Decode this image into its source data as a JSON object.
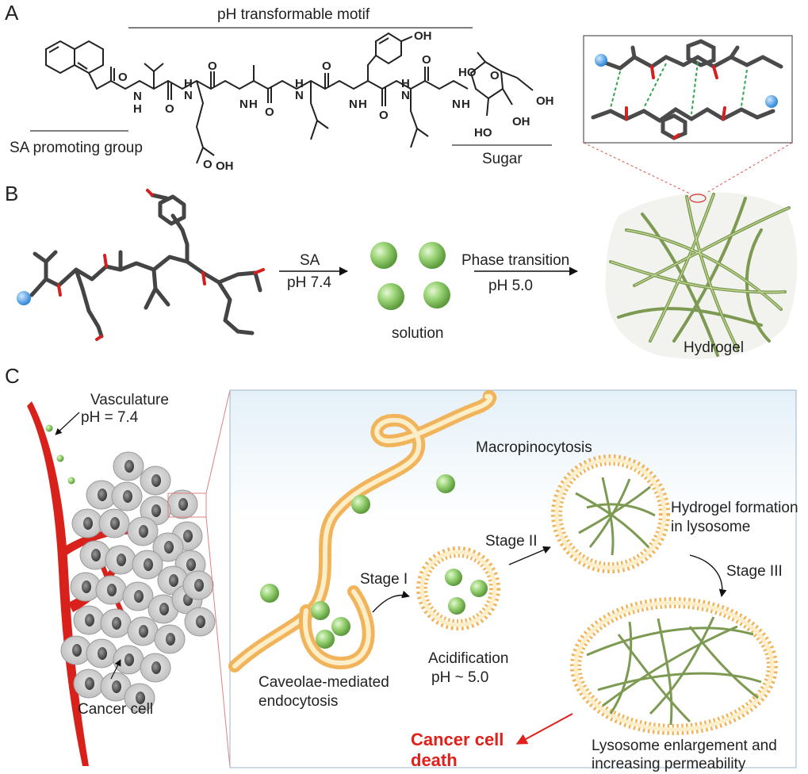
{
  "panels": {
    "a": "A",
    "b": "B",
    "c": "C"
  },
  "panel_a": {
    "motif_label": "pH transformable motif",
    "sa_group_label": "SA promoting group",
    "sugar_label": "Sugar",
    "atoms": {
      "o": "O",
      "nh": "N",
      "h": "H",
      "oh": "OH",
      "ho": "HO"
    }
  },
  "panel_b": {
    "arrow1_top": "SA",
    "arrow1_bottom": "pH 7.4",
    "solution_label": "solution",
    "arrow2_top": "Phase transition",
    "arrow2_bottom": "pH 5.0",
    "hydrogel_label": "Hydrogel"
  },
  "panel_c": {
    "vasculature_label": "Vasculature",
    "vasculature_ph": "pH = 7.4",
    "cancer_cell_label": "Cancer cell",
    "macropinocytosis": "Macropinocytosis",
    "stage1": "Stage I",
    "stage2": "Stage II",
    "stage3": "Stage III",
    "hydrogel_formation_1": "Hydrogel formation",
    "hydrogel_formation_2": "in lysosome",
    "acidification_1": "Acidification",
    "acidification_2": "pH ~ 5.0",
    "caveolae_1": "Caveolae-mediated",
    "caveolae_2": "endocytosis",
    "death_1": "Cancer cell",
    "death_2": "death",
    "enlargement_1": "Lysosome enlargement and",
    "enlargement_2": "increasing permeability"
  },
  "colors": {
    "vessel": "#d9211c",
    "nanoparticle": "#8fcf6a",
    "fiber": "#7d9a52",
    "membrane": "#f2b45a",
    "death_text": "#e0201a"
  }
}
